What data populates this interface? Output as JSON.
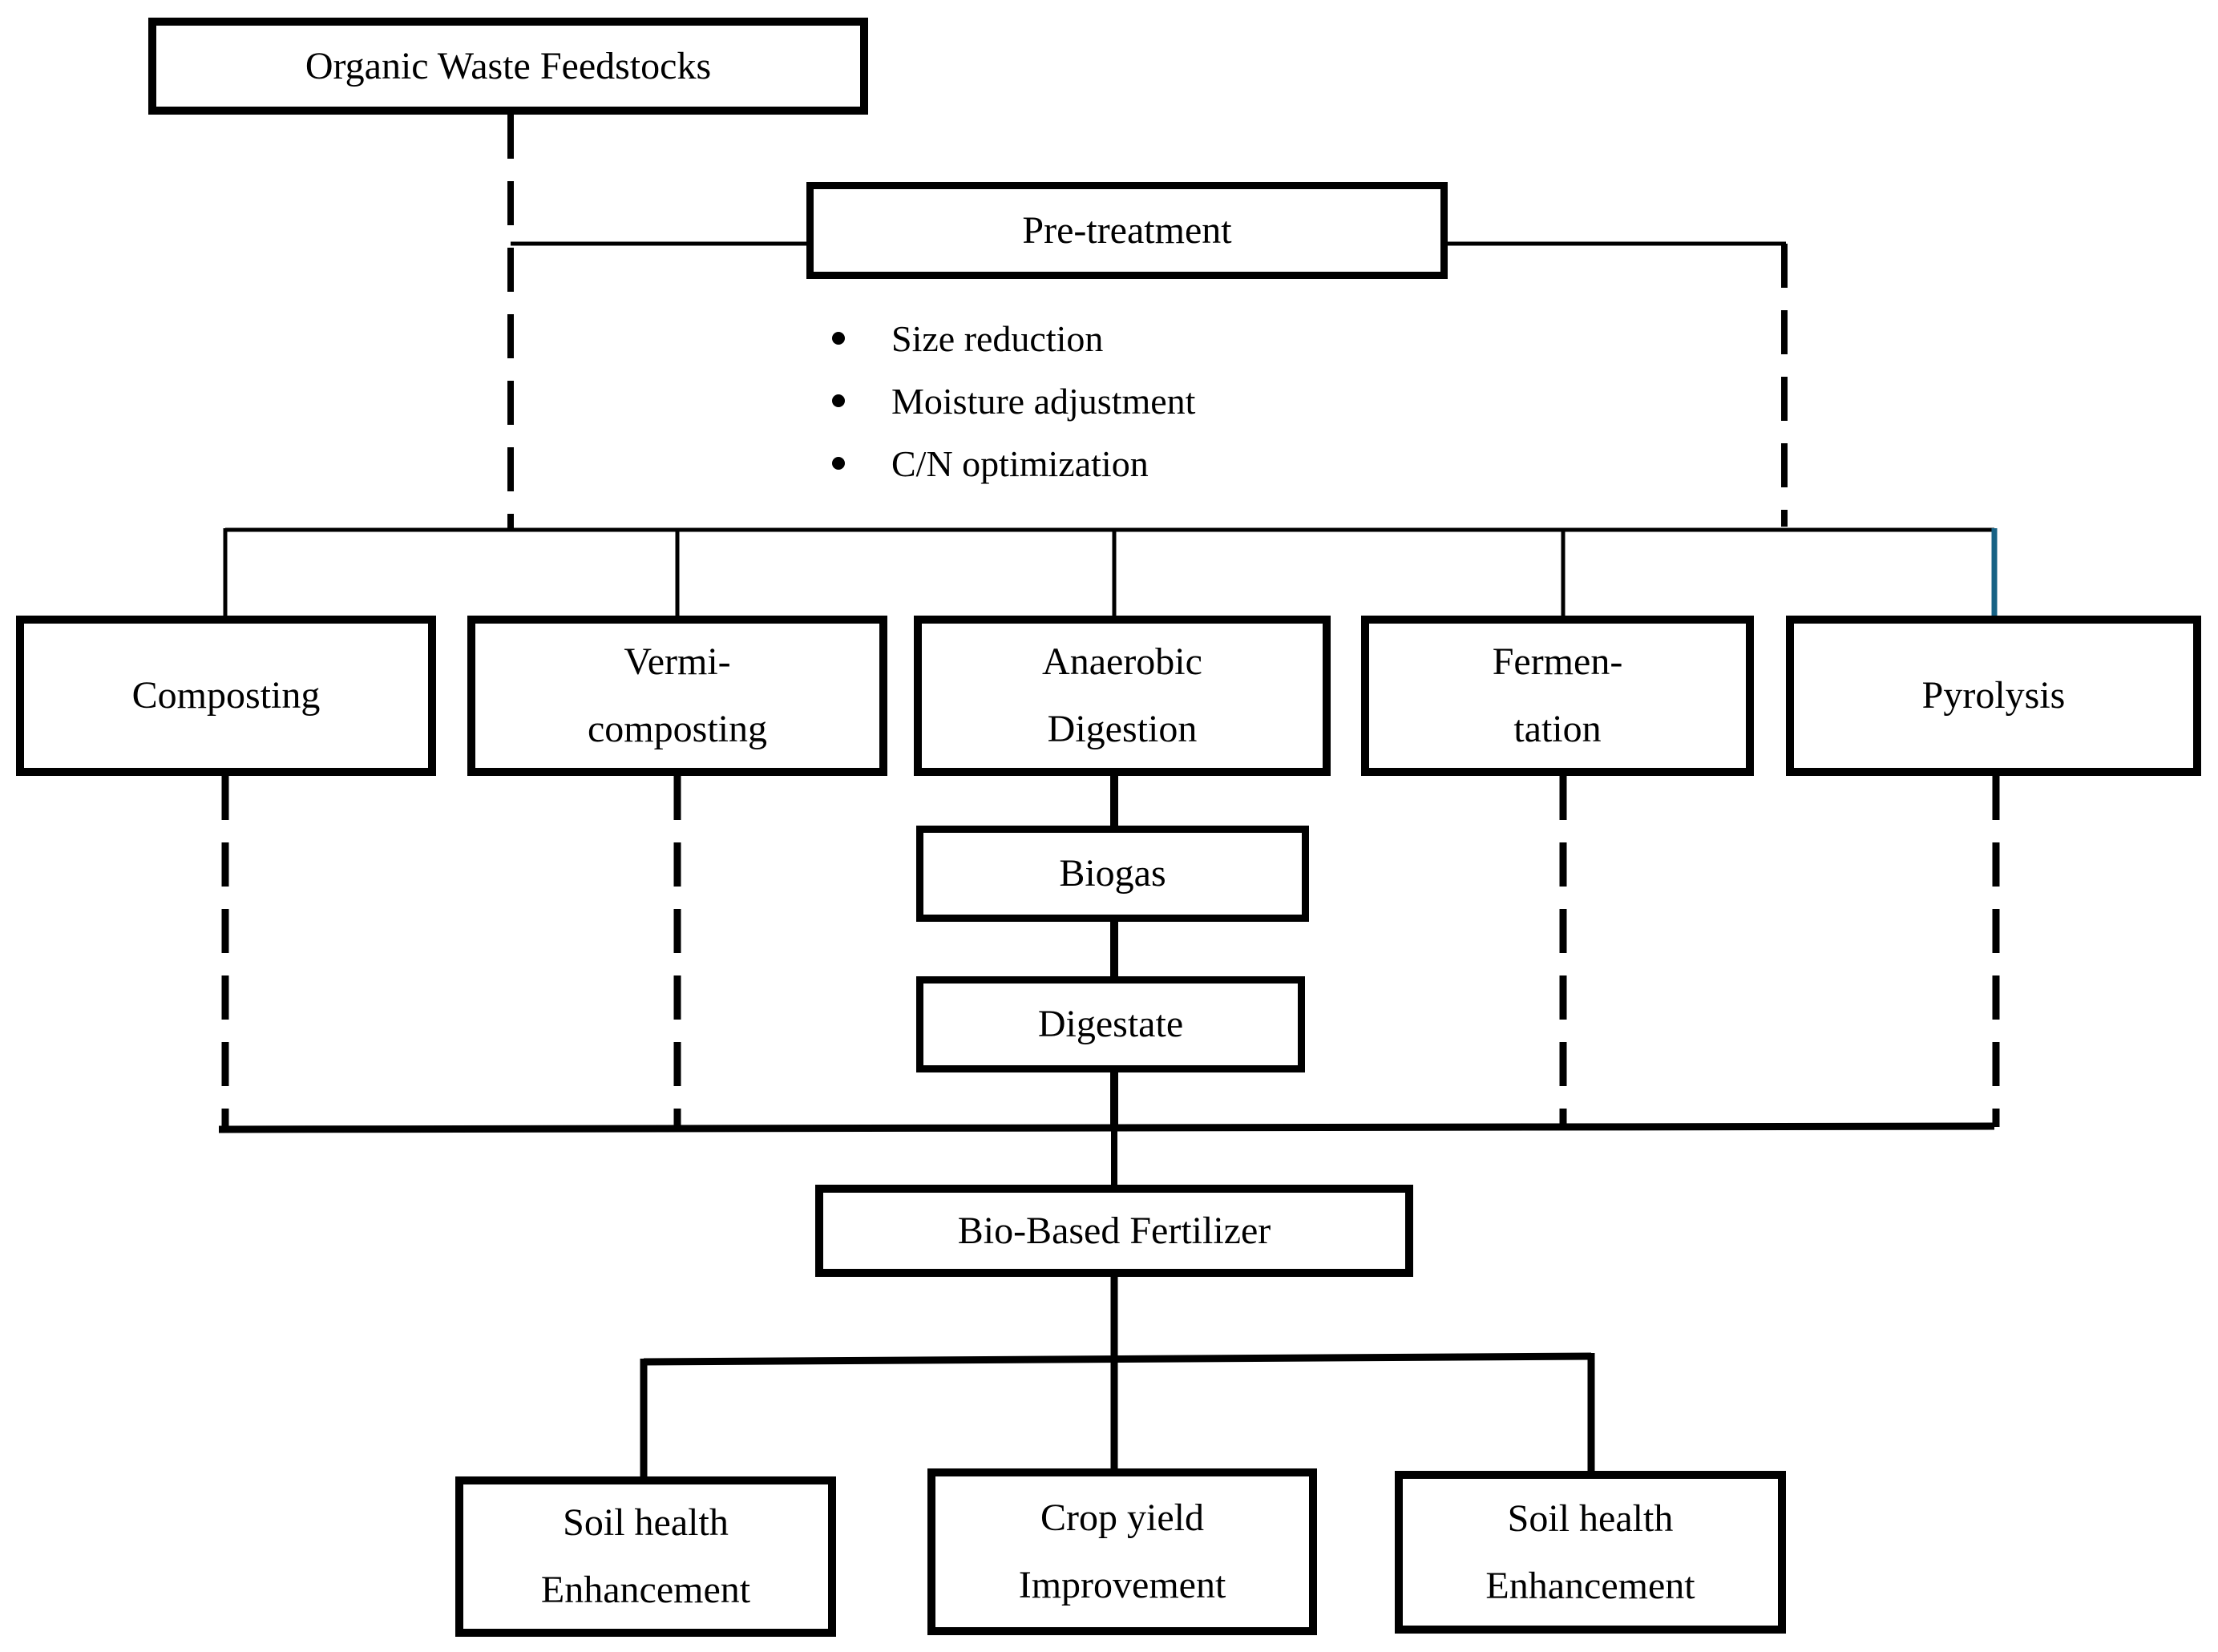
{
  "diagram": {
    "title_hint": "Organic waste valorization flowchart",
    "root": {
      "label": "Organic Waste Feedstocks"
    },
    "pretreatment": {
      "label": "Pre-treatment",
      "bullets": [
        "Size reduction",
        "Moisture adjustment",
        "C/N optimization"
      ]
    },
    "processes": [
      {
        "id": "composting",
        "label": "Composting"
      },
      {
        "id": "vermicomposting",
        "label": "Vermi-\ncomposting"
      },
      {
        "id": "anaerobic-digestion",
        "label": "Anaerobic\nDigestion"
      },
      {
        "id": "fermentation",
        "label": "Fermen-\ntation"
      },
      {
        "id": "pyrolysis",
        "label": "Pyrolysis"
      }
    ],
    "ad_outputs": [
      {
        "id": "biogas",
        "label": "Biogas"
      },
      {
        "id": "digestate",
        "label": "Digestate"
      }
    ],
    "product": {
      "label": "Bio-Based Fertilizer"
    },
    "benefits": [
      {
        "label": "Soil health\nEnhancement"
      },
      {
        "label": "Crop yield\nImprovement"
      },
      {
        "label": "Soil health\nEnhancement"
      }
    ],
    "colors": {
      "line": "#000000",
      "accent_teal": "#176285",
      "background": "#ffffff"
    }
  }
}
